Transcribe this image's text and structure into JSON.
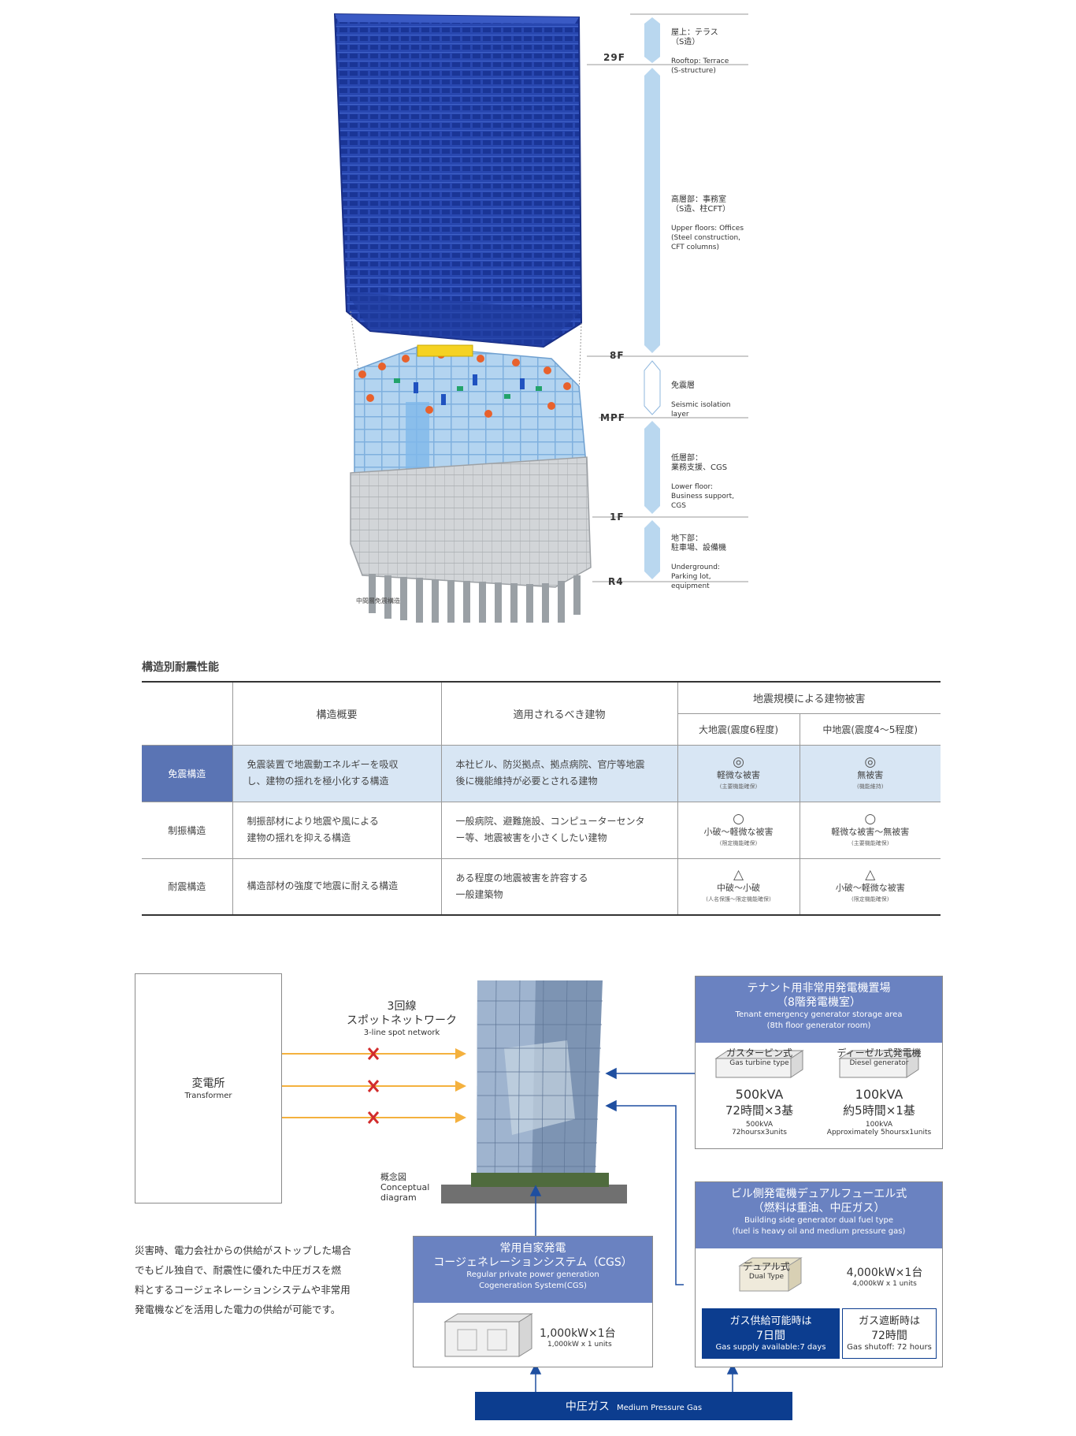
{
  "diagram": {
    "floors": {
      "f29": "29F",
      "f8": "8F",
      "mpf": "MPF",
      "f1": "1F",
      "r4": "R4"
    },
    "zones": [
      {
        "jp": "屋上：テラス\n（S造）",
        "en": "Rooftop: Terrace\n(S-structure)"
      },
      {
        "jp": "高層部：事務室\n（S造、柱CFT）",
        "en": "Upper floors: Offices\n(Steel construction,\nCFT columns)"
      },
      {
        "jp": "免震層",
        "en": "Seismic isolation\nlayer"
      },
      {
        "jp": "低層部：\n業務支援、CGS",
        "en": "Lower floor:\nBusiness support,\nCGS"
      },
      {
        "jp": "地下部：\n駐車場、設備機",
        "en": "Underground:\nParking lot,\nequipment"
      }
    ],
    "caption": "中間層免震構造",
    "colors": {
      "upper": "#1f3c9e",
      "lower": "#9cc6ea",
      "base": "#c9cccf",
      "pointer": "#b9d7ef"
    }
  },
  "table": {
    "title": "構造別耐震性能",
    "headers": {
      "overview": "構造概要",
      "buildings": "適用されるべき建物",
      "damage": "地震規模による建物被害",
      "large": "大地震(震度6程度)",
      "medium": "中地震(震度4〜5程度)"
    },
    "rows": [
      {
        "name": "免震構造",
        "overview": [
          "免震装置で地震動エネルギーを吸収",
          "し、建物の揺れを極小化する構造"
        ],
        "buildings": [
          "本社ビル、防災拠点、拠点病院、官庁等地震",
          "後に機能維持が必要とされる建物"
        ],
        "large": {
          "mark": "◎",
          "text": "軽微な被害",
          "note": "(主要機能確保)"
        },
        "medium": {
          "mark": "◎",
          "text": "無被害",
          "note": "(機能維持)"
        }
      },
      {
        "name": "制振構造",
        "overview": [
          "制振部材により地震や風による",
          "建物の揺れを抑える構造"
        ],
        "buildings": [
          "一般病院、避難施設、コンピューターセンタ",
          "ー等、地震被害を小さくしたい建物"
        ],
        "large": {
          "mark": "○",
          "text": "小破〜軽微な被害",
          "note": "(限定機能確保)"
        },
        "medium": {
          "mark": "○",
          "text": "軽微な被害〜無被害",
          "note": "(主要機能確保)"
        }
      },
      {
        "name": "耐震構造",
        "overview": [
          "構造部材の強度で地震に耐える構造"
        ],
        "buildings": [
          "ある程度の地震被害を許容する",
          "一般建築物"
        ],
        "large": {
          "mark": "△",
          "text": "中破〜小破",
          "note": "(人名保護〜限定機能確保)"
        },
        "medium": {
          "mark": "△",
          "text": "小破〜軽微な被害",
          "note": "(限定機能確保)"
        }
      }
    ]
  },
  "power": {
    "substation": {
      "jp": "変電所",
      "en": "Transformer"
    },
    "network": {
      "jp1": "3回線",
      "jp2": "スポットネットワーク",
      "en": "3-line spot network"
    },
    "concept": {
      "jp": "概念図",
      "en1": "Conceptual",
      "en2": "diagram"
    },
    "description": [
      "災害時、電力会社からの供給がストップした場合",
      "でもビル独自で、耐震性に優れた中圧ガスを燃",
      "料とするコージェネレーションシステムや非常用",
      "発電機などを活用した電力の供給が可能です。"
    ],
    "tenant": {
      "title1": "テナント用非常用発電機置場",
      "title2": "（8階発電機室）",
      "en1": "Tenant emergency generator storage area",
      "en2": "(8th floor generator room)",
      "gas": {
        "jp": "ガスタービン式",
        "en": "Gas turbine type",
        "cap": "500kVA",
        "count": "72時間×3基",
        "en_cap": "500kVA",
        "en_count": "72hoursx3units"
      },
      "diesel": {
        "jp": "ディーゼル式発電機",
        "en": "Diesel generator",
        "cap": "100kVA",
        "count": "約5時間×1基",
        "en_cap": "100kVA",
        "en_count": "Approximately 5hoursx1units"
      }
    },
    "building_gen": {
      "title1": "ビル側発電機デュアルフューエル式",
      "title2": "（燃料は重油、中圧ガス）",
      "en1": "Building side generator dual fuel type",
      "en2": "(fuel is heavy oil and medium pressure gas)",
      "dual_jp": "デュアル式",
      "dual_en": "Dual Type",
      "cap": "4,000kW×1台",
      "cap_en": "4,000kW x 1 units",
      "supply": {
        "jp1": "ガス供給可能時は",
        "jp2": "7日間",
        "en": "Gas supply available:7 days"
      },
      "shutoff": {
        "jp1": "ガス遮断時は",
        "jp2": "72時間",
        "en": "Gas shutoff: 72 hours"
      }
    },
    "cgs": {
      "title1": "常用自家発電",
      "title2": "コージェネレーションシステム（CGS）",
      "en1": "Regular private power generation",
      "en2": "Cogeneration System(CGS)",
      "cap": "1,000kW×1台",
      "cap_en": "1,000kW x 1 units"
    },
    "gas_bar": {
      "jp": "中圧ガス",
      "en": "Medium Pressure Gas"
    },
    "colors": {
      "box_title": "#6a82c1",
      "dark_blue": "#0c3d8f",
      "arrow": "#f4b13e",
      "cross": "#d22c2c",
      "line_blue": "#1f4fa0"
    }
  }
}
